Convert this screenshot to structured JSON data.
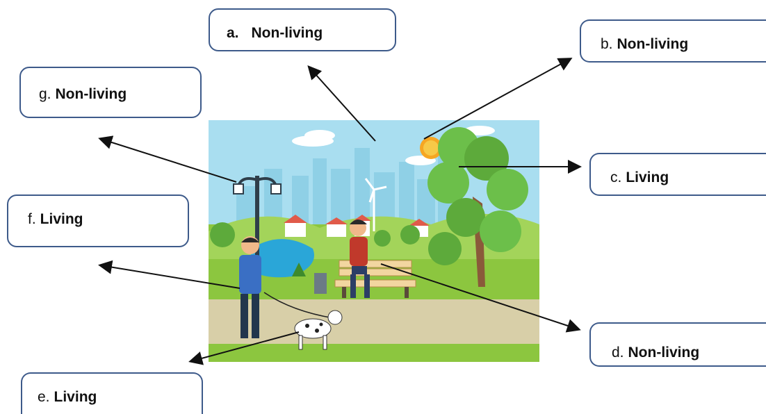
{
  "labels": {
    "a": {
      "letter": "a.",
      "word": "Non-living"
    },
    "b": {
      "letter": "b.",
      "word": "Non-living"
    },
    "c": {
      "letter": "c.",
      "word": "Living"
    },
    "d": {
      "letter": "d.",
      "word": "Non-living"
    },
    "e": {
      "letter": "e.",
      "word": "Living"
    },
    "f": {
      "letter": "f.",
      "word": "Living"
    },
    "g": {
      "letter": "g.",
      "word": "Non-living"
    }
  },
  "colors": {
    "box_border": "#3d5a8a",
    "arrow": "#111111",
    "sky": "#a9def0",
    "grass": "#8cc63f",
    "path": "#d8cfa8",
    "tree": "#6cbf4a",
    "sun": "#f6a623"
  }
}
